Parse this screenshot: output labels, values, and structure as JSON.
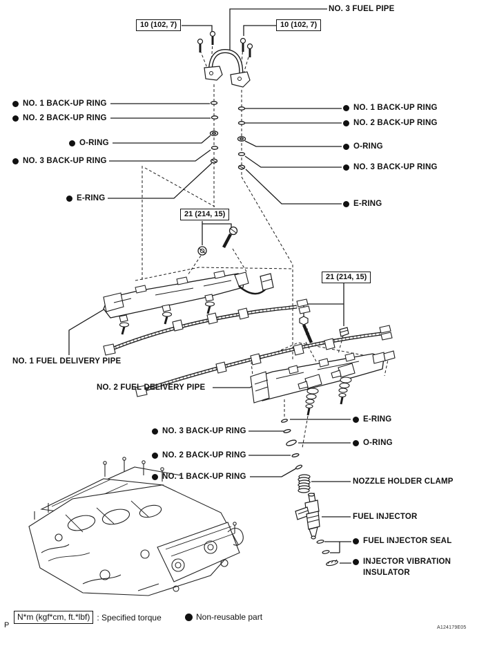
{
  "figure": {
    "code": "A124179E05",
    "page_marker": "P"
  },
  "legend": {
    "torque_symbol": "N*m (kgf*cm, ft.*lbf)",
    "torque_meaning": ": Specified torque",
    "nonreusable_meaning": "Non-reusable part"
  },
  "torque_boxes": {
    "fuel_pipe": "10 (102, 7)",
    "delivery_pipe": "21 (214, 15)"
  },
  "labels": {
    "no3_fuel_pipe": "NO. 3 FUEL PIPE",
    "no1_backup_ring": "NO. 1 BACK-UP RING",
    "no2_backup_ring": "NO. 2 BACK-UP RING",
    "no3_backup_ring": "NO. 3 BACK-UP RING",
    "o_ring": "O-RING",
    "e_ring": "E-RING",
    "no1_fuel_delivery_pipe": "NO. 1 FUEL DELIVERY PIPE",
    "no2_fuel_delivery_pipe": "NO. 2 FUEL DELIVERY PIPE",
    "nozzle_holder_clamp": "NOZZLE HOLDER CLAMP",
    "fuel_injector": "FUEL INJECTOR",
    "fuel_injector_seal": "FUEL INJECTOR SEAL",
    "injector_vibration_line1": "INJECTOR VIBRATION",
    "injector_vibration_line2": "INSULATOR"
  }
}
